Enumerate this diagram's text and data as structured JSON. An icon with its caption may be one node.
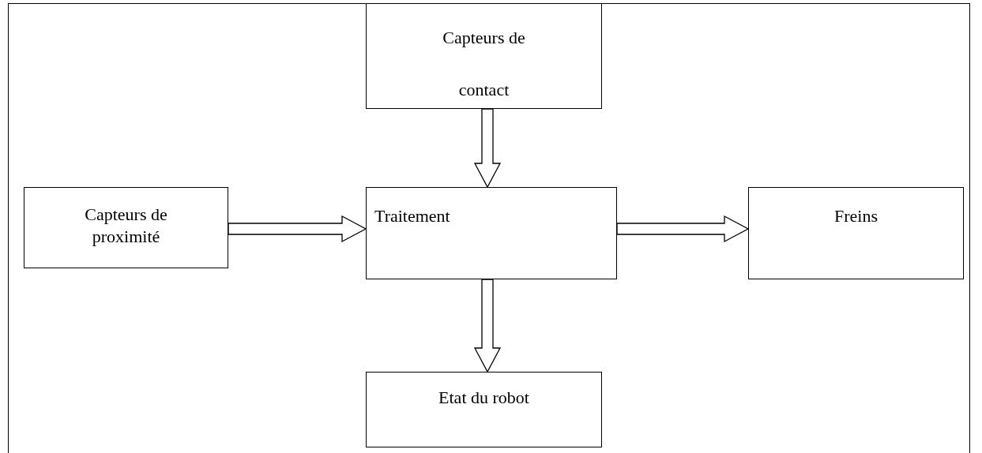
{
  "diagram": {
    "nodes": [
      {
        "text": [
          "Capteurs de contact"
        ]
      },
      {
        "text": [
          "Capteurs de proximité"
        ]
      },
      {
        "text": [
          "Traitement"
        ]
      },
      {
        "text": [
          "Freins"
        ]
      },
      {
        "text": [
          "Etat du robot"
        ]
      }
    ],
    "edges": [
      {
        "from": 0,
        "to": 2,
        "arrow": "to"
      },
      {
        "from": 1,
        "to": 2,
        "arrow": "to"
      },
      {
        "from": 2,
        "to": 3,
        "arrow": "to"
      },
      {
        "from": 2,
        "to": 4,
        "arrow": "to"
      }
    ]
  }
}
